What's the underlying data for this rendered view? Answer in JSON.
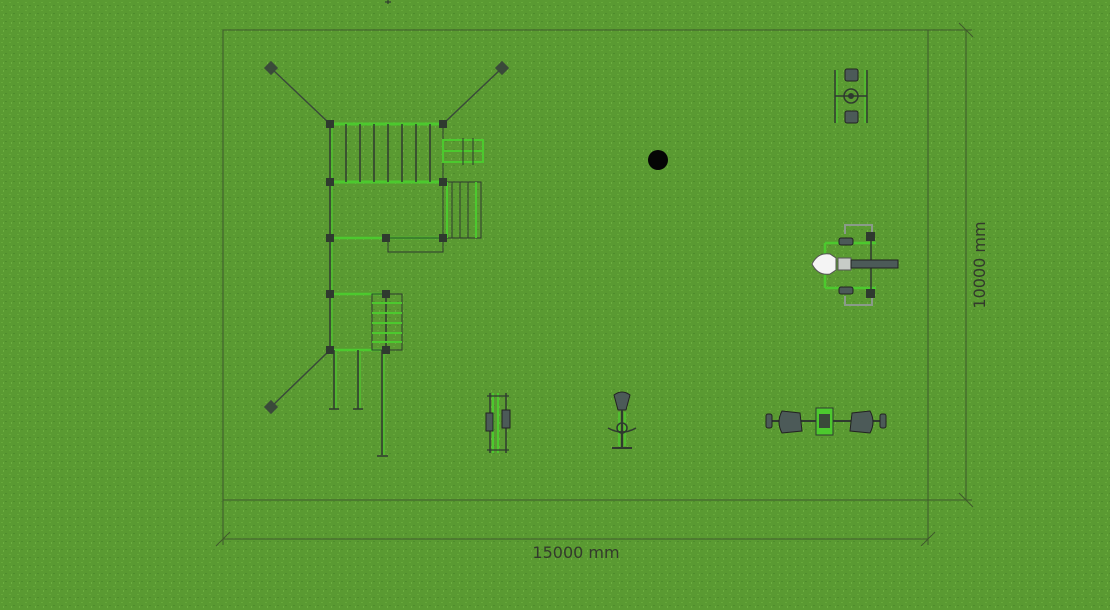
{
  "plan": {
    "width_label": "15000 mm",
    "height_label": "10000 mm"
  },
  "colors": {
    "grass": "#5a9a32",
    "outline": "#3f5a2c",
    "frame_green": "#4cc92e",
    "equipment_dark": "#4c5a58",
    "post_dark": "#2f3a2f"
  },
  "equipment": [
    {
      "name": "street-workout-complex"
    },
    {
      "name": "rotating-disc-trainer"
    },
    {
      "name": "marker-post"
    },
    {
      "name": "leg-press-trainer"
    },
    {
      "name": "pull-down-trainer"
    },
    {
      "name": "elliptical-walker"
    },
    {
      "name": "twin-seat-rower"
    }
  ]
}
